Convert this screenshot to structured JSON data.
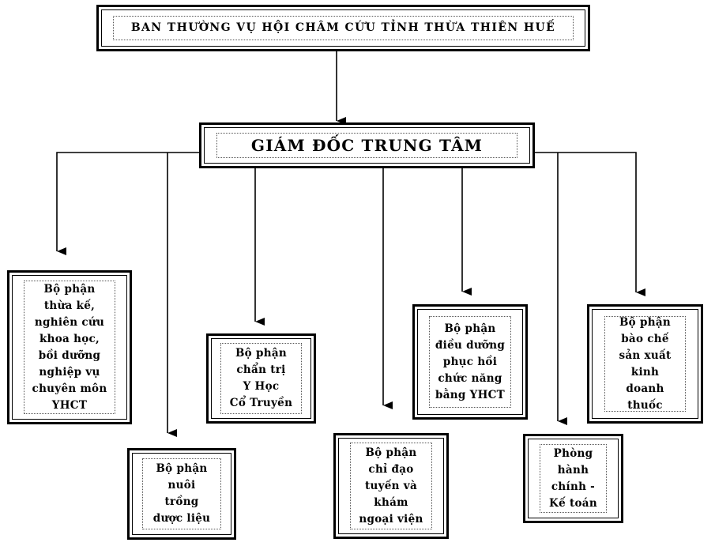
{
  "header": {
    "title": "BAN THƯỜNG VỤ HỘI CHÂM CỨU TỈNH THỪA THIÊN HUẾ"
  },
  "director": {
    "title": "GIÁM ĐỐC TRUNG TÂM"
  },
  "departments": [
    {
      "id": "research",
      "label": "Bộ phận\nthừa kế,\nnghiên cứu\nkhoa học,\nbồi dưỡng\nnghiệp vụ\nchuyên môn\nYHCT"
    },
    {
      "id": "herbs",
      "label": "Bộ phận\nnuôi\ntrồng\ndược liệu"
    },
    {
      "id": "treatment",
      "label": "Bộ phận\nchẩn trị\nY Học\nCổ Truyền"
    },
    {
      "id": "outreach",
      "label": "Bộ phận\nchỉ đạo\ntuyến và\nkhám\nngoại viện"
    },
    {
      "id": "rehab",
      "label": "Bộ phận\nđiều dưỡng\nphục hồi\nchức năng\nbằng YHCT"
    },
    {
      "id": "admin",
      "label": "Phòng\nhành\nchính -\nKế toán"
    },
    {
      "id": "pharma",
      "label": "Bộ phận\nbào chế\nsản xuất\nkinh\ndoanh\nthuốc"
    }
  ]
}
